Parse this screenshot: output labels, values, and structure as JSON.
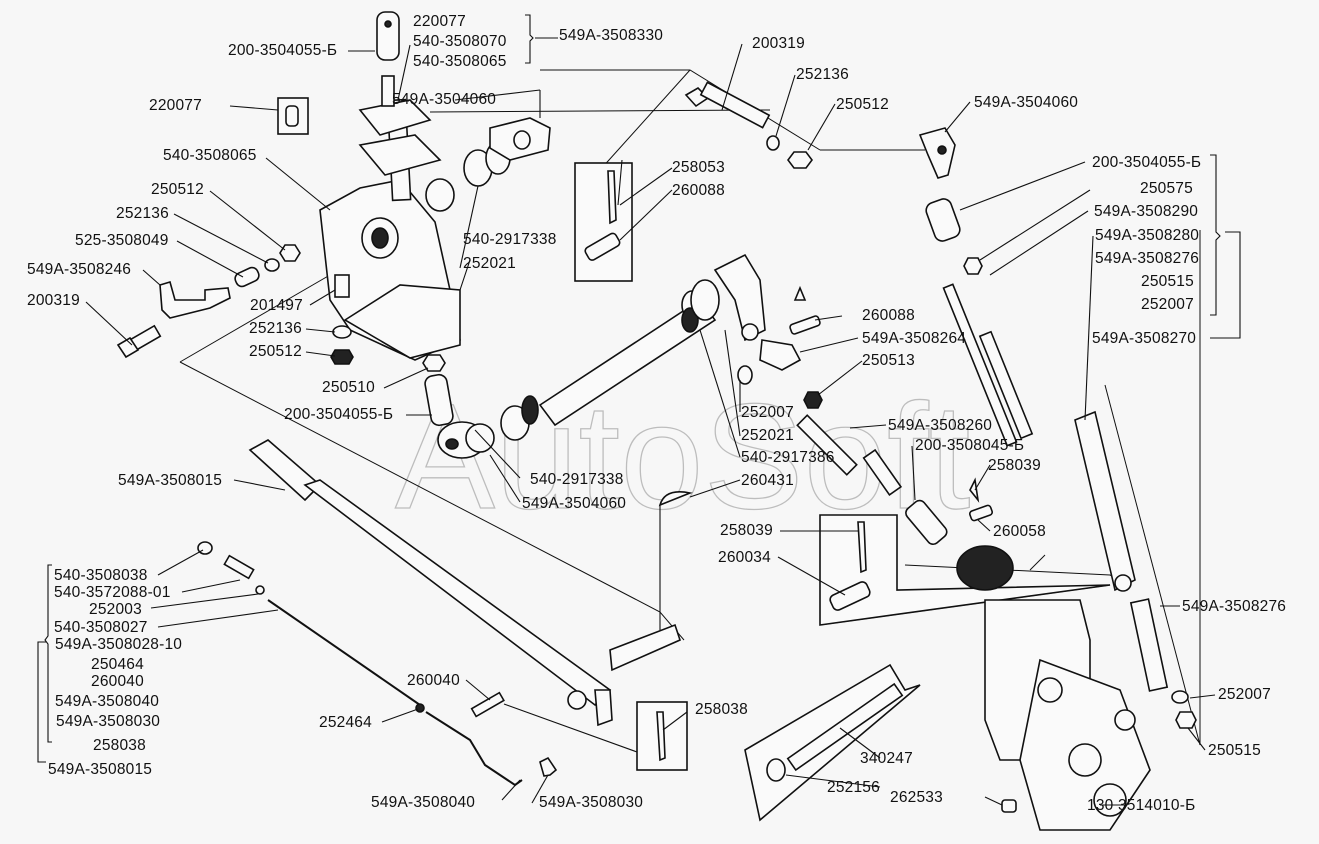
{
  "title": "Parking brake control linkage — exploded parts diagram",
  "watermark": "AutoSoft",
  "labels": {
    "l_220077_a": "220077",
    "l_540_3508070": "540-3508070",
    "l_540_3508065_a": "540-3508065",
    "l_549a_3508330": "549A-3508330",
    "l_200_3504055_a": "200-3504055-Б",
    "l_220077_b": "220077",
    "l_540_3508065_b": "540-3508065",
    "l_250512_a": "250512",
    "l_252136_a": "252136",
    "l_525_3508049": "525-3508049",
    "l_549a_3508246": "549A-3508246",
    "l_200319_a": "200319",
    "l_201497": "201497",
    "l_252136_b": "252136",
    "l_250512_b": "250512",
    "l_250510": "250510",
    "l_200_3504055_b": "200-3504055-Б",
    "l_549a_3504060_a": "549A-3504060",
    "l_540_2917338_a": "540-2917338",
    "l_252021_a": "252021",
    "l_258053": "258053",
    "l_260088_a": "260088",
    "l_200319_b": "200319",
    "l_252136_c": "252136",
    "l_250512_c": "250512",
    "l_549a_3504060_b": "549A-3504060",
    "l_200_3504055_c": "200-3504055-Б",
    "l_250575": "250575",
    "l_549a_3508290": "549A-3508290",
    "l_549a_3508280": "549A-3508280",
    "l_549a_3508276_a": "549A-3508276",
    "l_250515_a": "250515",
    "l_252007_a": "252007",
    "l_549a_3508270": "549A-3508270",
    "l_260088_b": "260088",
    "l_549a_3508264": "549A-3508264",
    "l_250513": "250513",
    "l_252007_b": "252007",
    "l_252021_b": "252021",
    "l_540_2917386": "540-2917386",
    "l_260431": "260431",
    "l_549a_3508260": "549A-3508260",
    "l_200_3508045": "200-3508045-Б",
    "l_258039_a": "258039",
    "l_260058": "260058",
    "l_540_2917338_b": "540-2917338",
    "l_549a_3504060_c": "549A-3504060",
    "l_549a_3508015_a": "549A-3508015",
    "l_258039_b": "258039",
    "l_260034": "260034",
    "l_540_3508038": "540-3508038",
    "l_540_3572088": "540-3572088-01",
    "l_252003": "252003",
    "l_540_3508027": "540-3508027",
    "l_549a_3508028": "549A-3508028-10",
    "l_250464": "250464",
    "l_260040_a": "260040",
    "l_549a_3508040_a": "549A-3508040",
    "l_549a_3508030_a": "549A-3508030",
    "l_258038_a": "258038",
    "l_549a_3508015_b": "549A-3508015",
    "l_260040_b": "260040",
    "l_252464": "252464",
    "l_258038_b": "258038",
    "l_549a_3508040_b": "549A-3508040",
    "l_549a_3508030_b": "549A-3508030",
    "l_549a_3508276_b": "549A-3508276",
    "l_252007_c": "252007",
    "l_250515_b": "250515",
    "l_340247": "340247",
    "l_252156": "252156",
    "l_262533": "262533",
    "l_130_3514010": "130 3514010-Б"
  }
}
